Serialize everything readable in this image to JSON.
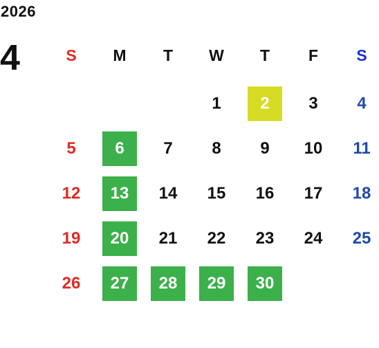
{
  "year": "2026",
  "month": "4",
  "weekdays": [
    "S",
    "M",
    "T",
    "W",
    "T",
    "F",
    "S"
  ],
  "weeks": [
    [
      "",
      "",
      "",
      "1",
      "2",
      "3",
      "4"
    ],
    [
      "5",
      "6",
      "7",
      "8",
      "9",
      "10",
      "11"
    ],
    [
      "12",
      "13",
      "14",
      "15",
      "16",
      "17",
      "18"
    ],
    [
      "19",
      "20",
      "21",
      "22",
      "23",
      "24",
      "25"
    ],
    [
      "26",
      "27",
      "28",
      "29",
      "30",
      "",
      ""
    ]
  ],
  "highlighted_days": [
    "6",
    "13",
    "20",
    "27",
    "28",
    "29",
    "30"
  ],
  "current_day": "2",
  "colors": {
    "sunday": "#e02a22",
    "saturday_header": "#1b2ee0",
    "saturday": "#1f4aa8",
    "highlight": "#3cb04a",
    "today": "#d6dc24"
  }
}
